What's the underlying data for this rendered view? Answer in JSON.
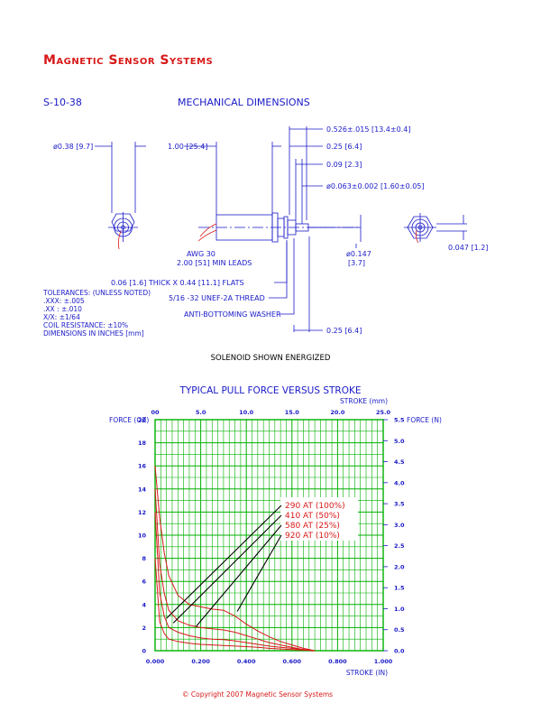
{
  "company": "Magnetic Sensor Systems",
  "part_number": "S-10-38",
  "mech_title": "MECHANICAL DIMENSIONS",
  "dims": {
    "diameter": "ø0.38 [9.7]",
    "body_length": "1.00 [25.4]",
    "overall_flange": "0.526±.015 [13.4±0.4]",
    "thread_len": "0.25 [6.4]",
    "washer": "0.09 [2.3]",
    "plunger_dia": "ø0.063±0.002 [1.60±0.05]",
    "awg": "AWG 30",
    "leads": "2.00 [51] MIN LEADS",
    "nut_dia_1": "ø0.147",
    "nut_dia_2": "[3.7]",
    "side_dim": "0.047 [1.2]",
    "flats": "0.06 [1.6] THICK X 0.44 [11.1] FLATS",
    "thread": "5/16 -32 UNEF-2A THREAD",
    "anti": "ANTI-BOTTOMING WASHER",
    "bottom_len": "0.25 [6.4]"
  },
  "tolerances": [
    "TOLERANCES: (UNLESS NOTED)",
    ".XXX: ±.005",
    ".XX : ±.010",
    "X/X: ±1/64",
    "COIL RESISTANCE: ±10%",
    "DIMENSIONS IN INCHES [mm]"
  ],
  "energized_note": "SOLENOID SHOWN ENERGIZED",
  "copyright": "©  Copyright 2007 Magnetic Sensor Systems",
  "colors": {
    "ink": "#1a1ac8",
    "red": "#d81818",
    "grid": "#00b000",
    "plot_bg": "#ffffff"
  },
  "chart_data": {
    "type": "line",
    "title": "TYPICAL PULL FORCE VERSUS STROKE",
    "xlabel": "STROKE (IN)",
    "x2label": "STROKE (mm)",
    "ylabel": "FORCE (OZ)",
    "y2label": "FORCE (N)",
    "xlim": [
      0,
      1.0
    ],
    "ylim": [
      0,
      20
    ],
    "x2lim": [
      0,
      25
    ],
    "y2lim": [
      0,
      5.5
    ],
    "grid": true,
    "x_ticks": [
      "0.000",
      "0.200",
      "0.400",
      "0.600",
      "0.800",
      "1.000"
    ],
    "x2_ticks": [
      "00",
      "5.0",
      "10.0",
      "15.0",
      "20.0",
      "25.0"
    ],
    "y_ticks": [
      "0",
      "2",
      "4",
      "6",
      "8",
      "10",
      "12",
      "14",
      "16",
      "18",
      "20"
    ],
    "y2_ticks": [
      "0.0",
      "0.5",
      "1.0",
      "1.5",
      "2.0",
      "2.5",
      "3.0",
      "3.5",
      "4.0",
      "4.5",
      "5.0",
      "5.5"
    ],
    "legend": [
      "290 AT (100%)",
      "410 AT  (50%)",
      "580 AT  (25%)",
      "920 AT  (10%)"
    ],
    "series": [
      {
        "name": "290 AT (100%)",
        "x": [
          0.0,
          0.02,
          0.04,
          0.06,
          0.1,
          0.15,
          0.2,
          0.25,
          0.3,
          0.35,
          0.4,
          0.45,
          0.5,
          0.55,
          0.6,
          0.65,
          0.7
        ],
        "y": [
          16.0,
          11.5,
          8.5,
          6.5,
          4.8,
          4.0,
          3.8,
          3.6,
          3.5,
          3.0,
          2.3,
          1.7,
          1.2,
          0.8,
          0.5,
          0.2,
          0.0
        ]
      },
      {
        "name": "410 AT  (50%)",
        "x": [
          0.0,
          0.02,
          0.04,
          0.06,
          0.1,
          0.15,
          0.2,
          0.25,
          0.3,
          0.35,
          0.4,
          0.45,
          0.5,
          0.55,
          0.6,
          0.65,
          0.7
        ],
        "y": [
          14.0,
          7.5,
          5.0,
          3.5,
          2.6,
          2.2,
          2.0,
          1.9,
          1.8,
          1.6,
          1.3,
          1.0,
          0.7,
          0.5,
          0.3,
          0.1,
          0.0
        ]
      },
      {
        "name": "580 AT  (25%)",
        "x": [
          0.0,
          0.02,
          0.04,
          0.06,
          0.1,
          0.15,
          0.2,
          0.25,
          0.3,
          0.35,
          0.4,
          0.45,
          0.5,
          0.55,
          0.6,
          0.65,
          0.7
        ],
        "y": [
          12.0,
          5.0,
          3.0,
          2.0,
          1.6,
          1.3,
          1.1,
          1.0,
          0.95,
          0.85,
          0.7,
          0.55,
          0.4,
          0.3,
          0.2,
          0.1,
          0.0
        ]
      },
      {
        "name": "920 AT  (10%)",
        "x": [
          0.0,
          0.02,
          0.04,
          0.06,
          0.1,
          0.15,
          0.2,
          0.25,
          0.3,
          0.35,
          0.4,
          0.45,
          0.5,
          0.55,
          0.6,
          0.65,
          0.7
        ],
        "y": [
          8.0,
          2.5,
          1.5,
          1.0,
          0.8,
          0.65,
          0.55,
          0.5,
          0.45,
          0.4,
          0.35,
          0.3,
          0.2,
          0.15,
          0.1,
          0.05,
          0.0
        ]
      }
    ]
  }
}
